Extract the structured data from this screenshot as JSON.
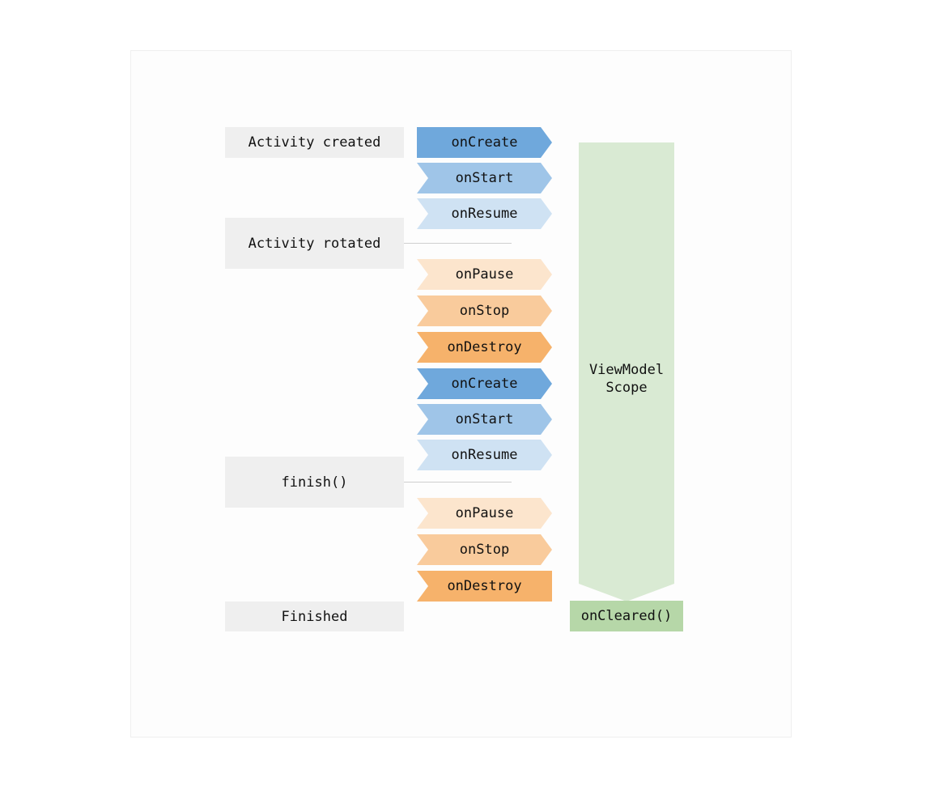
{
  "states": [
    {
      "id": "activity-created",
      "label": "Activity created"
    },
    {
      "id": "activity-rotated",
      "label": "Activity rotated"
    },
    {
      "id": "finish",
      "label": "finish()"
    },
    {
      "id": "finished",
      "label": "Finished"
    }
  ],
  "callbacks": [
    {
      "label": "onCreate",
      "color": "#6fa8dc",
      "shape": "flag"
    },
    {
      "label": "onStart",
      "color": "#9fc5e8",
      "shape": "chevron"
    },
    {
      "label": "onResume",
      "color": "#cfe2f3",
      "shape": "chevron"
    },
    {
      "label": "onPause",
      "color": "#fce5cd",
      "shape": "chevron"
    },
    {
      "label": "onStop",
      "color": "#f9cb9c",
      "shape": "chevron"
    },
    {
      "label": "onDestroy",
      "color": "#f6b26b",
      "shape": "chevron"
    },
    {
      "label": "onCreate",
      "color": "#6fa8dc",
      "shape": "chevron"
    },
    {
      "label": "onStart",
      "color": "#9fc5e8",
      "shape": "chevron"
    },
    {
      "label": "onResume",
      "color": "#cfe2f3",
      "shape": "chevron"
    },
    {
      "label": "onPause",
      "color": "#fce5cd",
      "shape": "chevron"
    },
    {
      "label": "onStop",
      "color": "#f9cb9c",
      "shape": "chevron"
    },
    {
      "label": "onDestroy",
      "color": "#f6b26b",
      "shape": "notch"
    }
  ],
  "scope": {
    "line1": "ViewModel",
    "line2": "Scope",
    "color": "#d9ead3"
  },
  "cleared": {
    "label": "onCleared()",
    "color": "#b6d7a8"
  }
}
